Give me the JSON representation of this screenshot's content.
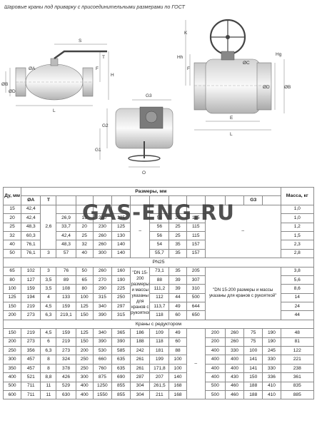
{
  "doc": {
    "title": "Шаровые краны под приварку с присоединительными размерами по ГОСТ",
    "watermark": "GAS-ENG.RU"
  },
  "drawing_labels": {
    "S": "S",
    "T": "T",
    "F": "F",
    "H": "H",
    "L": "L",
    "OB": "ØB",
    "OD": "ØD",
    "OA": "ØA",
    "OC": "ØC",
    "G3": "G3",
    "G2": "G2",
    "G1": "G1",
    "O": "O",
    "Hh": "Hh",
    "Hg": "Hg",
    "E": "E",
    "K": "K"
  },
  "table": {
    "h_dn": "Ду, мм",
    "h_sizes": "Размеры, мм",
    "h_mass": "Масса, кг",
    "h_oa": "ØA",
    "h_t": "T",
    "h_g3": "G3",
    "rows1": [
      [
        "15",
        "42,4",
        "",
        "",
        "",
        "",
        "",
        "",
        "",
        "",
        "",
        "",
        "",
        "",
        "1,0"
      ],
      [
        "20",
        "42,4",
        "",
        "26,9",
        "15",
        "230",
        "125",
        "",
        "58",
        "25",
        "115",
        "",
        "",
        "",
        "1,0"
      ],
      [
        "25",
        "48,3",
        "",
        "33,7",
        "20",
        "230",
        "125",
        "",
        "56",
        "25",
        "115",
        "",
        "",
        "",
        "1,2"
      ],
      [
        "32",
        "60,3",
        "",
        "42,4",
        "25",
        "260",
        "130",
        "",
        "56",
        "25",
        "115",
        "",
        "",
        "",
        "1,5"
      ],
      [
        "40",
        "76,1",
        "",
        "48,3",
        "32",
        "260",
        "140",
        "",
        "54",
        "35",
        "157",
        "",
        "",
        "",
        "2,3"
      ],
      [
        "50",
        "76,1",
        "3",
        "57",
        "40",
        "300",
        "140",
        "",
        "55,7",
        "35",
        "157",
        "",
        "",
        "",
        "2,8"
      ]
    ],
    "t1_merged": "2,6",
    "dash": "–",
    "pn25": "PN25",
    "rows2": [
      [
        "65",
        "102",
        "3",
        "76",
        "50",
        "260",
        "160",
        "73,1",
        "35",
        "205",
        "3,8"
      ],
      [
        "80",
        "127",
        "3,5",
        "89",
        "65",
        "270",
        "190",
        "88",
        "39",
        "307",
        "5,6"
      ],
      [
        "100",
        "159",
        "3,5",
        "108",
        "80",
        "290",
        "225",
        "111,2",
        "39",
        "310",
        "8,6"
      ],
      [
        "125",
        "194",
        "4",
        "133",
        "100",
        "315",
        "250",
        "112",
        "44",
        "500",
        "14"
      ],
      [
        "150",
        "219",
        "4,5",
        "159",
        "125",
        "340",
        "297",
        "113,7",
        "49",
        "644",
        "24"
      ],
      [
        "200",
        "273",
        "6,3",
        "219,1",
        "150",
        "390",
        "315",
        "118",
        "60",
        "650",
        "44"
      ]
    ],
    "note_a": "\"DN 15-200 размеры и массы указаны для кранов с рукояткой\"",
    "note_b": "\"DN 15-200 размеры и массы указаны для кранов с рукояткой\"",
    "reducer": "Краны с редуктором",
    "rows3": [
      [
        "150",
        "219",
        "4,5",
        "159",
        "125",
        "340",
        "365",
        "186",
        "109",
        "49",
        "200",
        "260",
        "75",
        "190",
        "48"
      ],
      [
        "200",
        "273",
        "6",
        "219",
        "150",
        "390",
        "390",
        "188",
        "118",
        "60",
        "200",
        "260",
        "75",
        "190",
        "81"
      ],
      [
        "250",
        "356",
        "6,3",
        "273",
        "200",
        "530",
        "585",
        "242",
        "181",
        "88",
        "400",
        "330",
        "100",
        "245",
        "122"
      ],
      [
        "300",
        "457",
        "8",
        "324",
        "250",
        "660",
        "635",
        "261",
        "199",
        "100",
        "400",
        "400",
        "141",
        "330",
        "221"
      ],
      [
        "350",
        "457",
        "8",
        "378",
        "250",
        "760",
        "635",
        "261",
        "171,8",
        "100",
        "400",
        "400",
        "141",
        "330",
        "238"
      ],
      [
        "400",
        "521",
        "8,8",
        "426",
        "300",
        "875",
        "690",
        "287",
        "207",
        "140",
        "400",
        "430",
        "150",
        "336",
        "361"
      ],
      [
        "500",
        "711",
        "11",
        "529",
        "400",
        "1250",
        "855",
        "304",
        "261,5",
        "168",
        "500",
        "460",
        "188",
        "410",
        "835"
      ],
      [
        "600",
        "711",
        "11",
        "630",
        "400",
        "1550",
        "855",
        "304",
        "211",
        "168",
        "500",
        "460",
        "188",
        "410",
        "885"
      ]
    ]
  }
}
